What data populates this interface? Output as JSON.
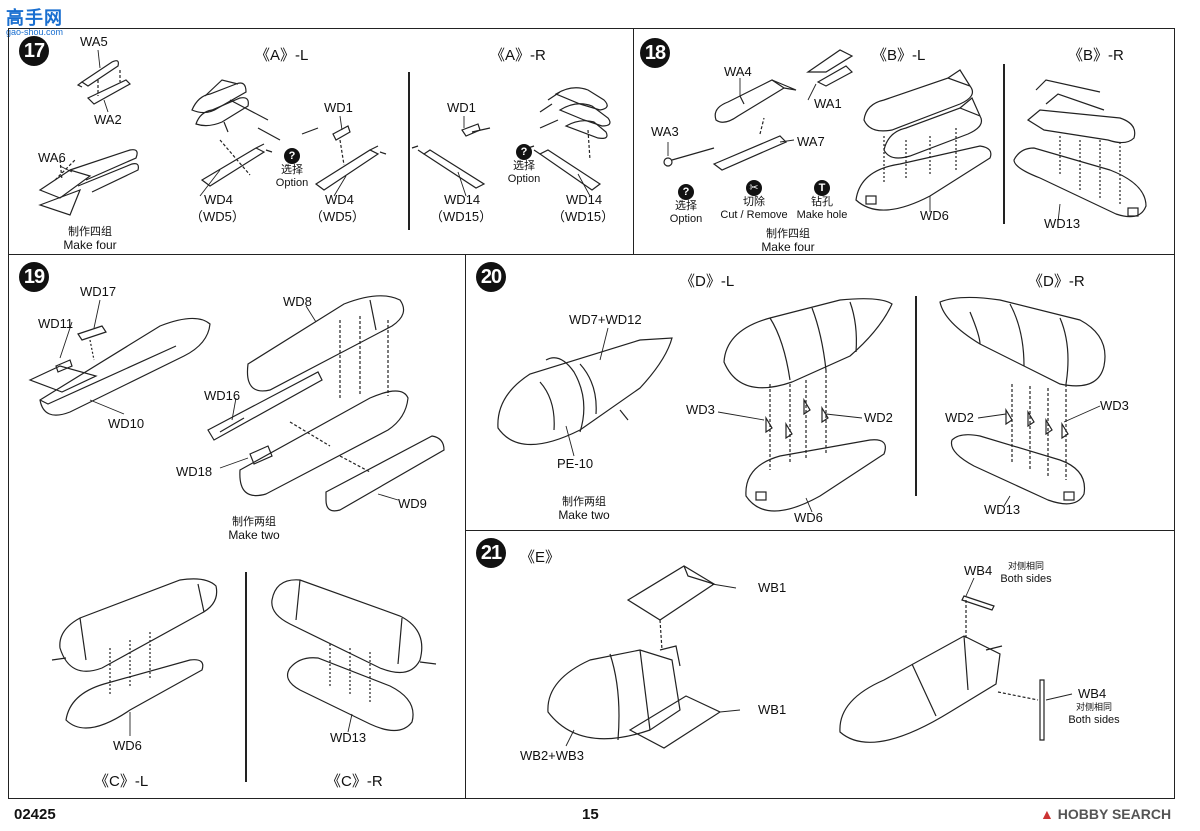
{
  "header": {
    "logo_text": "高手网",
    "logo_url": "gao-shou.com"
  },
  "step17": {
    "number": "17",
    "heading_left": "《A》-L",
    "heading_right": "《A》-R",
    "parts": {
      "wa5": "WA5",
      "wa2": "WA2",
      "wa6": "WA6",
      "wd1_l": "WD1",
      "wd1_r": "WD1",
      "wd4_a": "WD4",
      "wd5_a": "（WD5）",
      "wd4_b": "WD4",
      "wd5_b": "（WD5）",
      "wd14_a": "WD14",
      "wd15_a": "（WD15）",
      "wd14_b": "WD14",
      "wd15_b": "（WD15）"
    },
    "option_cn_l": "选择",
    "option_en_l": "Option",
    "option_cn_r": "选择",
    "option_en_r": "Option",
    "make_cn": "制作四组",
    "make_en": "Make four"
  },
  "step18": {
    "number": "18",
    "heading_left": "《B》-L",
    "heading_right": "《B》-R",
    "parts": {
      "wa4": "WA4",
      "wa1": "WA1",
      "wa3": "WA3",
      "wa7": "WA7",
      "wd6": "WD6",
      "wd13": "WD13"
    },
    "option_cn": "选择",
    "option_en": "Option",
    "cut_cn": "切除",
    "cut_en": "Cut / Remove",
    "hole_cn": "钻孔",
    "hole_en": "Make hole",
    "make_cn": "制作四组",
    "make_en": "Make four"
  },
  "step19": {
    "number": "19",
    "parts": {
      "wd17": "WD17",
      "wd11": "WD11",
      "wd10": "WD10",
      "wd8": "WD8",
      "wd16": "WD16",
      "wd18": "WD18",
      "wd9": "WD9",
      "wd6": "WD6",
      "wd13": "WD13"
    },
    "make_cn": "制作两组",
    "make_en": "Make two",
    "heading_left": "《C》-L",
    "heading_right": "《C》-R"
  },
  "step20": {
    "number": "20",
    "heading_left": "《D》-L",
    "heading_right": "《D》-R",
    "parts": {
      "wd7_12": "WD7+WD12",
      "pe10": "PE-10",
      "wd3_l": "WD3",
      "wd2_l": "WD2",
      "wd6": "WD6",
      "wd2_r": "WD2",
      "wd3_r": "WD3",
      "wd13": "WD13"
    },
    "make_cn": "制作两组",
    "make_en": "Make two"
  },
  "step21": {
    "number": "21",
    "heading": "《E》",
    "parts": {
      "wb1_top": "WB1",
      "wb1_bottom": "WB1",
      "wb2_3": "WB2+WB3",
      "wb4_top": "WB4",
      "wb4_bottom": "WB4"
    },
    "both_cn_top": "对侧相同",
    "both_en_top": "Both sides",
    "both_cn_bottom": "对侧相同",
    "both_en_bottom": "Both sides"
  },
  "footer": {
    "code": "02425",
    "page": "15",
    "brand": "HOBBY SEARCH"
  }
}
